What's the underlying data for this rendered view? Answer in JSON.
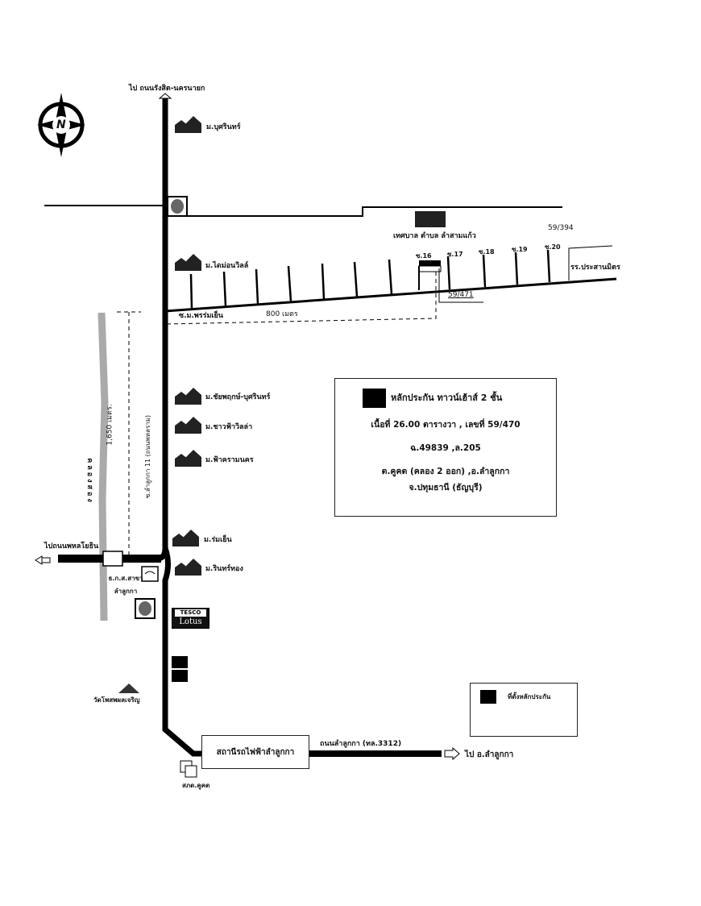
{
  "compass": {
    "label": "N"
  },
  "top_direction": "ไป ถนนรังสิต-นครนายก",
  "villages": [
    "ม.บุศรินทร์",
    "ม.ไดม่อนวิลล์",
    "ม.ชัยพฤกษ์-บุศรินทร์",
    "ม.ชาวฟ้าวิลล่า",
    "ม.ฟ้าครามนคร",
    "ม.ร่มเย็น",
    "ม.รินทร์ทอง"
  ],
  "municipality": "เทศบาล ตำบล ลำสามแก้ว",
  "plot_59_394": "59/394",
  "plot_59_471": "59/471",
  "sois": [
    "ซ.16",
    "ซ.17",
    "ซ.18",
    "ซ.19",
    "ซ.20"
  ],
  "school": "รร.ประสานมิตร",
  "soi_name": "ซ.ม.พรร่มเย็น",
  "distance_800": "800 เมตร",
  "distance_1650": "1,650 เมตร.",
  "canal": "คลองสอง",
  "main_road": "ซ.ลำลูกกา 11 (ถนนพหลราม)",
  "west_direction": "ไปถนนพหลโยธิน",
  "bank": "ธ.ก.ส.สาขา ลำลูกกา",
  "tesco": {
    "top": "TESCO",
    "bottom": "Lotus"
  },
  "temple": "วัดโพสพผลเจริญ",
  "station": "สถานีรถไฟฟ้าลำลูกกา",
  "police": "สภต.คูคต",
  "east_road": "ถนนลำลูกกา (ทล.3312)",
  "east_direction": "ไป อ.ลำลูกกา",
  "info": {
    "title": "หลักประกัน  ทาวน์เฮ้าส์ 2 ชั้น",
    "line1": "เนื้อที่ 26.00 ตารางวา , เลขที่ 59/470",
    "line2": "ฉ.49839   ,ล.205",
    "line3": "ต.คูคต (คลอง 2 ออก) ,อ.ลำลูกกา",
    "line4": "จ.ปทุมธานี (ธัญบุรี)"
  },
  "legend": {
    "label": "ที่ตั้งหลักประกัน"
  }
}
